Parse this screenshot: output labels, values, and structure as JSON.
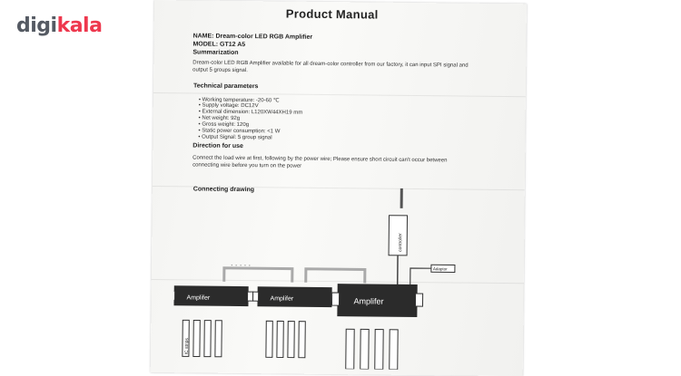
{
  "logo": {
    "part1": "digi",
    "part2": "kala"
  },
  "manual": {
    "title": "Product Manual",
    "name_line": "NAME: Dream-color LED RGB Amplifier",
    "model_line": "MODEL: GT12 A5",
    "summarization_heading": "Summarization",
    "summary_line1": "Dream-color LED RGB Amplifier available for all dream-color controller from our factory, it can input SPI signal and",
    "summary_line2": "output 5 groups signal.",
    "tech_heading": "Technical parameters",
    "params": [
      "Working temperature: -20-60 ℃",
      "Supply voltage: DC12V",
      "External dimension:  L120XW44XH19 mm",
      "Net weight: 92g",
      "Gross weight: 120g",
      "Static power consumption: <1 W",
      "Output Signal: 5 group signal"
    ],
    "direction_heading": "Direction for use",
    "direction_line1": "Connect the load wire at first, following by the power wire; Please ensure short circuit can't occur between",
    "direction_line2": "connecting wire before you turn on the power",
    "drawing_heading": "Connecting drawing"
  },
  "diagram": {
    "amp_label": "Amplifer",
    "dots": "· · · · ·",
    "controller_label": "controller",
    "adapter_label": "Adaptor",
    "strip_label": "IC strips"
  }
}
